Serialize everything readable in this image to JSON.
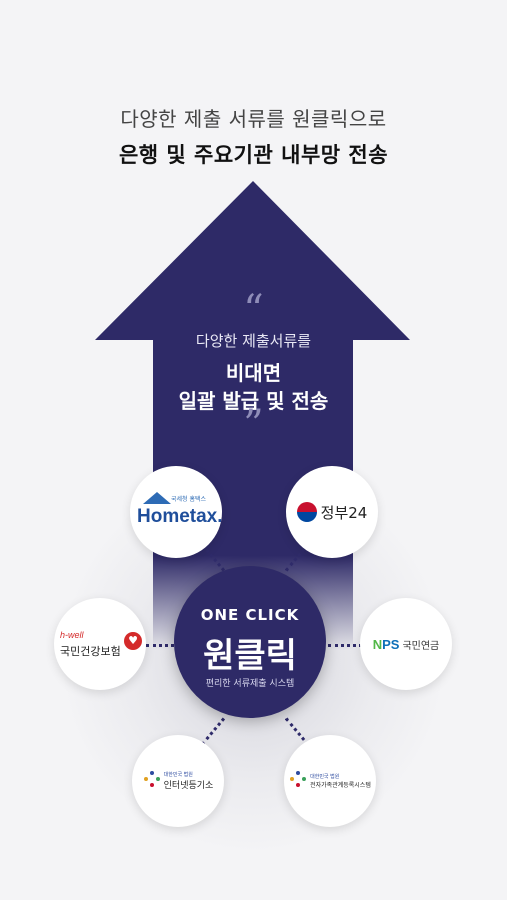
{
  "header": {
    "line1": "다양한 제출 서류를 원클릭으로",
    "line2": "은행 및 주요기관 내부망 전송"
  },
  "arrow": {
    "quote_open": "“",
    "quote_close": "”",
    "line1": "다양한 제출서류를",
    "line2": "비대면",
    "line3": "일괄 발급 및 전송",
    "color": "#2e2a67"
  },
  "hub": {
    "title_en": "ONE CLICK",
    "title_kr": "원클릭",
    "subtitle": "편리한 서류제출 시스템"
  },
  "satellites": {
    "hometax": {
      "small": "국세청 홈택스",
      "logo": "Hometax."
    },
    "gov24": {
      "logo": "정부24"
    },
    "nhis": {
      "brand": "h-well",
      "name": "국민건강보험"
    },
    "nps": {
      "mark_n": "N",
      "mark_ps": "PS",
      "name": "국민연금"
    },
    "court": {
      "small": "대한민국 법원",
      "name": "인터넷등기소"
    },
    "family": {
      "small": "대한민국 법원",
      "name": "전자가족관계등록시스템"
    }
  }
}
